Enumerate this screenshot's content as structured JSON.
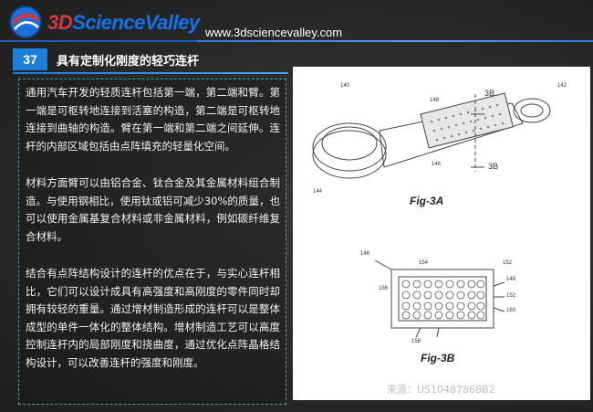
{
  "header": {
    "logo_brand": "3DScienceValley",
    "logo_prefix": "3D",
    "logo_rest": "ScienceValley",
    "url": "www.3dsciencevalley.com"
  },
  "slide": {
    "number": "37",
    "title": "具有定制化刚度的轻巧连杆"
  },
  "body": {
    "paragraphs": [
      "通用汽车开发的轻质连杆包括第一端，第二端和臂。第一端是可枢转地连接到活塞的构造，第二端是可枢转地连接到曲轴的构造。臂在第一端和第二端之间延伸。连杆的内部区域包括由点阵填充的轻量化空间。",
      "材料方面臂可以由铝合金、钛合金及其金属材料组合制造。与使用钢相比，使用钛或铝可减少30%的质量，也可以使用金属基复合材料或非金属材料，例如碳纤维复合材料。",
      "结合有点阵结构设计的连杆的优点在于，与实心连杆相比，它们可以设计成具有高强度和高刚度的零件同时却拥有较轻的重量。通过增材制造形成的连杆可以是整体成型的单件一体化的整体结构。增材制造工艺可以高度控制连杆内的局部刚度和挠曲度，通过优化点阵晶格结构设计，可以改善连杆的强度和刚度。"
    ]
  },
  "figure": {
    "fig_a_caption": "Fig-3A",
    "fig_b_caption": "Fig-3B",
    "labels_a": [
      "140",
      "142",
      "148",
      "3B",
      "146",
      "3B",
      "144"
    ],
    "labels_b": [
      "146",
      "154",
      "152",
      "148",
      "156",
      "152",
      "160",
      "158"
    ],
    "source": "来源：US10487868B2"
  },
  "colors": {
    "accent_blue": "#1e7fd8",
    "logo_blue": "#1e6fd6",
    "logo_red": "#d93636",
    "panel_border": "#3fa3a3"
  }
}
